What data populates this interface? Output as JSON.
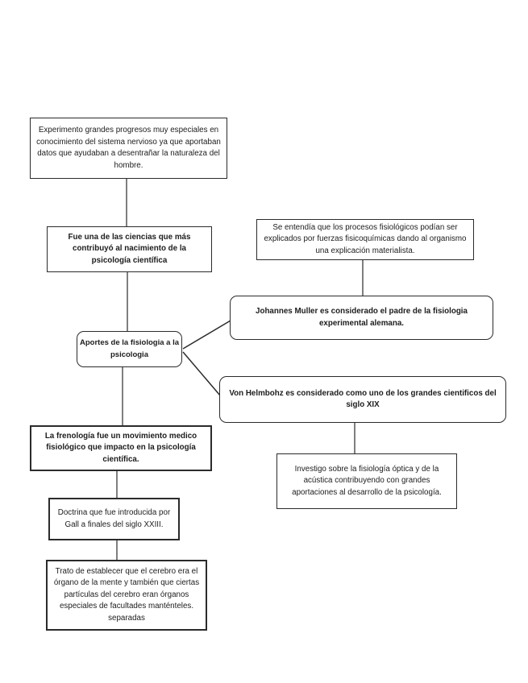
{
  "diagram": {
    "type": "concept-map",
    "topic": "Aportes de la fisiologia a la psicologia",
    "colors": {
      "border": "#2b2b2b",
      "text": "#1c1c1c",
      "background": "#ffffff"
    }
  },
  "nodes": {
    "experimento": {
      "text": "Experimento grandes progresos muy especiales en conocimiento del sistema nervioso ya que aportaban datos que ayudaban a desentrañar la naturaleza del hombre."
    },
    "ciencias": {
      "text": "Fue una de las ciencias que más contribuyó al nacimiento de la psicología científica"
    },
    "procesos": {
      "text": "Se entendía que los procesos fisiológicos podían ser explicados por fuerzas fisicoquímicas dando al organismo una explicación materialista."
    },
    "johannes": {
      "text": "Johannes Muller es considerado el padre de la fisiologia experimental alemana."
    },
    "central": {
      "text": "Aportes de la fisiologia  a la psicologia"
    },
    "helmbohz": {
      "text": "Von Helmbohz es  considerado como uno de los grandes cientificos del siglo XIX"
    },
    "frenologia": {
      "text": "La frenología fue un movimiento medico fisiológico que impacto en la psicología científica."
    },
    "investigo": {
      "text": "Investigo sobre la fisiología óptica y de la acústica contribuyendo con grandes aportaciones al desarrollo de la psicología."
    },
    "doctrina": {
      "text": "Doctrina que fue introducida por Gall a finales del siglo XXIII."
    },
    "trato": {
      "text": "Trato de establecer que el cerebro era el órgano de la mente y también que ciertas partículas del cerebro eran órganos especiales de facultades manténteles. separadas"
    }
  }
}
